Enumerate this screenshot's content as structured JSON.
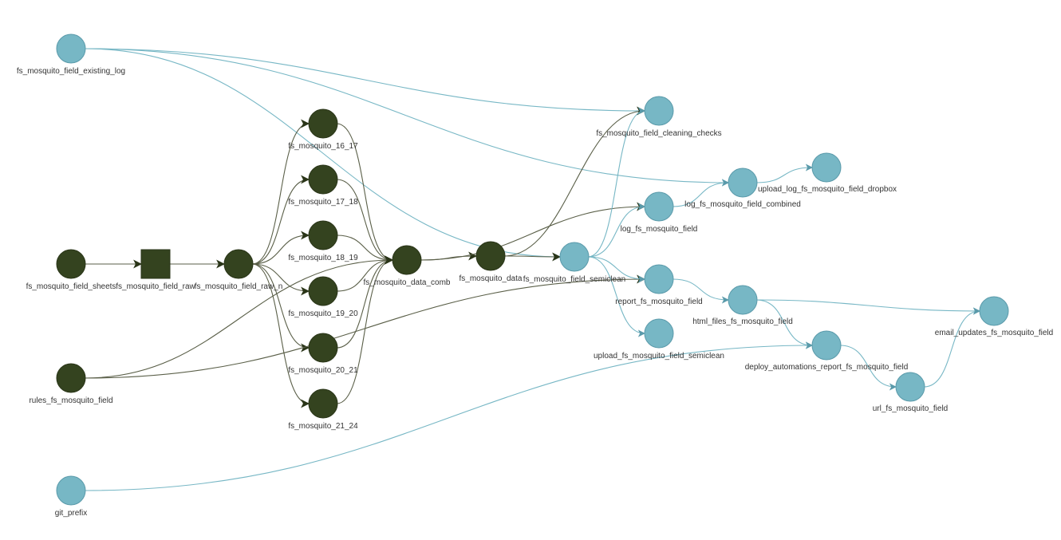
{
  "colors": {
    "outdated": "#77b7c5",
    "outdated_stroke": "#5a9aaa",
    "uptodate": "#34431f",
    "uptodate_stroke": "#2a3518",
    "edge_outdated": "#77b7c5",
    "edge_uptodate": "#5a5f48",
    "background": "#ffffff"
  },
  "nodes": [
    {
      "id": "existing_log",
      "label": "fs_mosquito_field_existing_log",
      "status": "outdated",
      "shape": "circle"
    },
    {
      "id": "sheets",
      "label": "fs_mosquito_field_sheets",
      "status": "uptodate",
      "shape": "circle"
    },
    {
      "id": "raw",
      "label": "fs_mosquito_field_raw",
      "status": "uptodate",
      "shape": "square"
    },
    {
      "id": "raw_n",
      "label": "fs_mosquito_field_raw_n",
      "status": "uptodate",
      "shape": "circle"
    },
    {
      "id": "rules",
      "label": "rules_fs_mosquito_field",
      "status": "uptodate",
      "shape": "circle"
    },
    {
      "id": "git_prefix",
      "label": "git_prefix",
      "status": "outdated",
      "shape": "circle"
    },
    {
      "id": "m16",
      "label": "fs_mosquito_16_17",
      "status": "uptodate",
      "shape": "circle"
    },
    {
      "id": "m17",
      "label": "fs_mosquito_17_18",
      "status": "uptodate",
      "shape": "circle"
    },
    {
      "id": "m18",
      "label": "fs_mosquito_18_19",
      "status": "uptodate",
      "shape": "circle"
    },
    {
      "id": "m19",
      "label": "fs_mosquito_19_20",
      "status": "uptodate",
      "shape": "circle"
    },
    {
      "id": "m20",
      "label": "fs_mosquito_20_21",
      "status": "uptodate",
      "shape": "circle"
    },
    {
      "id": "m21",
      "label": "fs_mosquito_21_24",
      "status": "uptodate",
      "shape": "circle"
    },
    {
      "id": "comb",
      "label": "fs_mosquito_data_comb",
      "status": "uptodate",
      "shape": "circle"
    },
    {
      "id": "data",
      "label": "fs_mosquito_data",
      "status": "uptodate",
      "shape": "circle"
    },
    {
      "id": "semiclean",
      "label": "fs_mosquito_field_semiclean",
      "status": "outdated",
      "shape": "circle"
    },
    {
      "id": "checks",
      "label": "fs_mosquito_field_cleaning_checks",
      "status": "outdated",
      "shape": "circle"
    },
    {
      "id": "log_field",
      "label": "log_fs_mosquito_field",
      "status": "outdated",
      "shape": "circle"
    },
    {
      "id": "log_combined",
      "label": "log_fs_mosquito_field_combined",
      "status": "outdated",
      "shape": "circle"
    },
    {
      "id": "upload_log",
      "label": "upload_log_fs_mosquito_field_dropbox",
      "status": "outdated",
      "shape": "circle"
    },
    {
      "id": "report",
      "label": "report_fs_mosquito_field",
      "status": "outdated",
      "shape": "circle"
    },
    {
      "id": "upload_semi",
      "label": "upload_fs_mosquito_field_semiclean",
      "status": "outdated",
      "shape": "circle"
    },
    {
      "id": "html_files",
      "label": "html_files_fs_mosquito_field",
      "status": "outdated",
      "shape": "circle"
    },
    {
      "id": "deploy",
      "label": "deploy_automations_report_fs_mosquito_field",
      "status": "outdated",
      "shape": "circle"
    },
    {
      "id": "url",
      "label": "url_fs_mosquito_field",
      "status": "outdated",
      "shape": "circle"
    },
    {
      "id": "email",
      "label": "email_updates_fs_mosquito_field",
      "status": "outdated",
      "shape": "circle"
    }
  ],
  "edges": [
    {
      "from": "existing_log",
      "to": "checks",
      "status": "outdated"
    },
    {
      "from": "existing_log",
      "to": "log_combined",
      "status": "outdated"
    },
    {
      "from": "existing_log",
      "to": "semiclean",
      "status": "outdated"
    },
    {
      "from": "sheets",
      "to": "raw",
      "status": "uptodate"
    },
    {
      "from": "raw",
      "to": "raw_n",
      "status": "uptodate"
    },
    {
      "from": "raw_n",
      "to": "m16",
      "status": "uptodate"
    },
    {
      "from": "raw_n",
      "to": "m17",
      "status": "uptodate"
    },
    {
      "from": "raw_n",
      "to": "m18",
      "status": "uptodate"
    },
    {
      "from": "raw_n",
      "to": "m19",
      "status": "uptodate"
    },
    {
      "from": "raw_n",
      "to": "m20",
      "status": "uptodate"
    },
    {
      "from": "raw_n",
      "to": "m21",
      "status": "uptodate"
    },
    {
      "from": "m16",
      "to": "comb",
      "status": "uptodate"
    },
    {
      "from": "m17",
      "to": "comb",
      "status": "uptodate"
    },
    {
      "from": "m18",
      "to": "comb",
      "status": "uptodate"
    },
    {
      "from": "m19",
      "to": "comb",
      "status": "uptodate"
    },
    {
      "from": "m20",
      "to": "comb",
      "status": "uptodate"
    },
    {
      "from": "m21",
      "to": "comb",
      "status": "uptodate"
    },
    {
      "from": "rules",
      "to": "comb",
      "status": "uptodate"
    },
    {
      "from": "rules",
      "to": "report",
      "status": "uptodate"
    },
    {
      "from": "comb",
      "to": "data",
      "status": "uptodate"
    },
    {
      "from": "comb",
      "to": "log_field",
      "status": "uptodate"
    },
    {
      "from": "data",
      "to": "semiclean",
      "status": "uptodate"
    },
    {
      "from": "data",
      "to": "checks",
      "status": "uptodate"
    },
    {
      "from": "semiclean",
      "to": "checks",
      "status": "outdated"
    },
    {
      "from": "semiclean",
      "to": "log_field",
      "status": "outdated"
    },
    {
      "from": "semiclean",
      "to": "report",
      "status": "outdated"
    },
    {
      "from": "semiclean",
      "to": "upload_semi",
      "status": "outdated"
    },
    {
      "from": "log_field",
      "to": "log_combined",
      "status": "outdated"
    },
    {
      "from": "log_combined",
      "to": "upload_log",
      "status": "outdated"
    },
    {
      "from": "report",
      "to": "html_files",
      "status": "outdated"
    },
    {
      "from": "html_files",
      "to": "deploy",
      "status": "outdated"
    },
    {
      "from": "html_files",
      "to": "email",
      "status": "outdated"
    },
    {
      "from": "git_prefix",
      "to": "deploy",
      "status": "outdated"
    },
    {
      "from": "deploy",
      "to": "url",
      "status": "outdated"
    },
    {
      "from": "url",
      "to": "email",
      "status": "outdated"
    }
  ]
}
